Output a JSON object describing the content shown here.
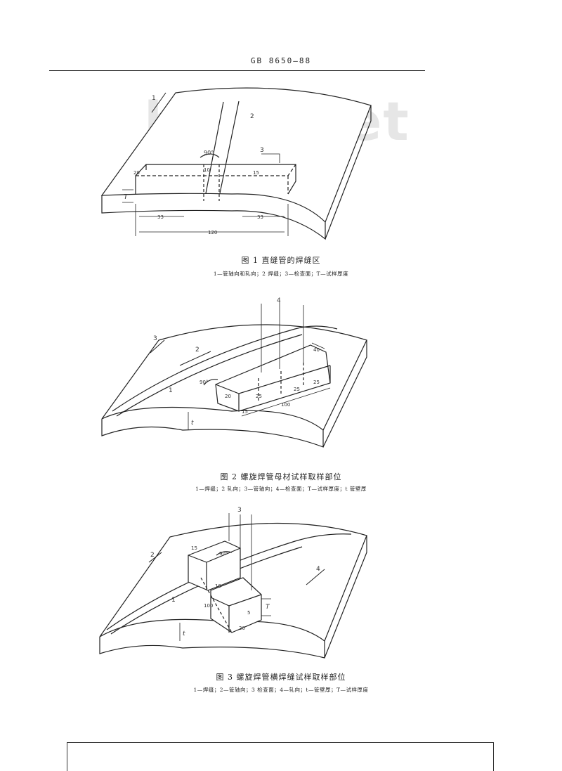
{
  "header": {
    "standard_no": "GB 8650—88"
  },
  "watermark": "bzxz.net",
  "figures": [
    {
      "title": "图 1   直缝管的焊缝区",
      "legend": "1—管轴向和轧向；2  焊缝；3—检查面；T—试样厚度",
      "annotations": {
        "n1": "1",
        "n2": "2",
        "n3": "3",
        "T": "T",
        "angle": "90°",
        "d20": "20",
        "d10": "10",
        "d15": "15",
        "d33a": "33",
        "d33b": "33",
        "d120": "120"
      }
    },
    {
      "title": "图 2   螺旋焊管母材试样取样部位",
      "legend": "1—焊缝；2  轧向；3—管轴向；4—检查面；T—试样厚度；t  管壁厚",
      "annotations": {
        "n1": "1",
        "n2": "2",
        "n3": "3",
        "n4": "4",
        "t": "t",
        "angle": "90°",
        "d20": "20",
        "d15a": "15",
        "d25a": "25",
        "d25b": "25",
        "d25c": "25",
        "d100": "100",
        "d40": "40"
      }
    },
    {
      "title": "图 3   螺旋焊管横焊缝试样取样部位",
      "legend": "1—焊缝；2—管轴向；3  检查面；4—轧向；t—管壁厚；T—试样厚度",
      "annotations": {
        "n1": "1",
        "n2": "2",
        "n3": "3",
        "n4": "4",
        "t": "t",
        "T": "T",
        "angle": "90°",
        "d15a": "15",
        "d10": "10",
        "d100": "100",
        "d20": "20",
        "d5": "5"
      }
    }
  ]
}
